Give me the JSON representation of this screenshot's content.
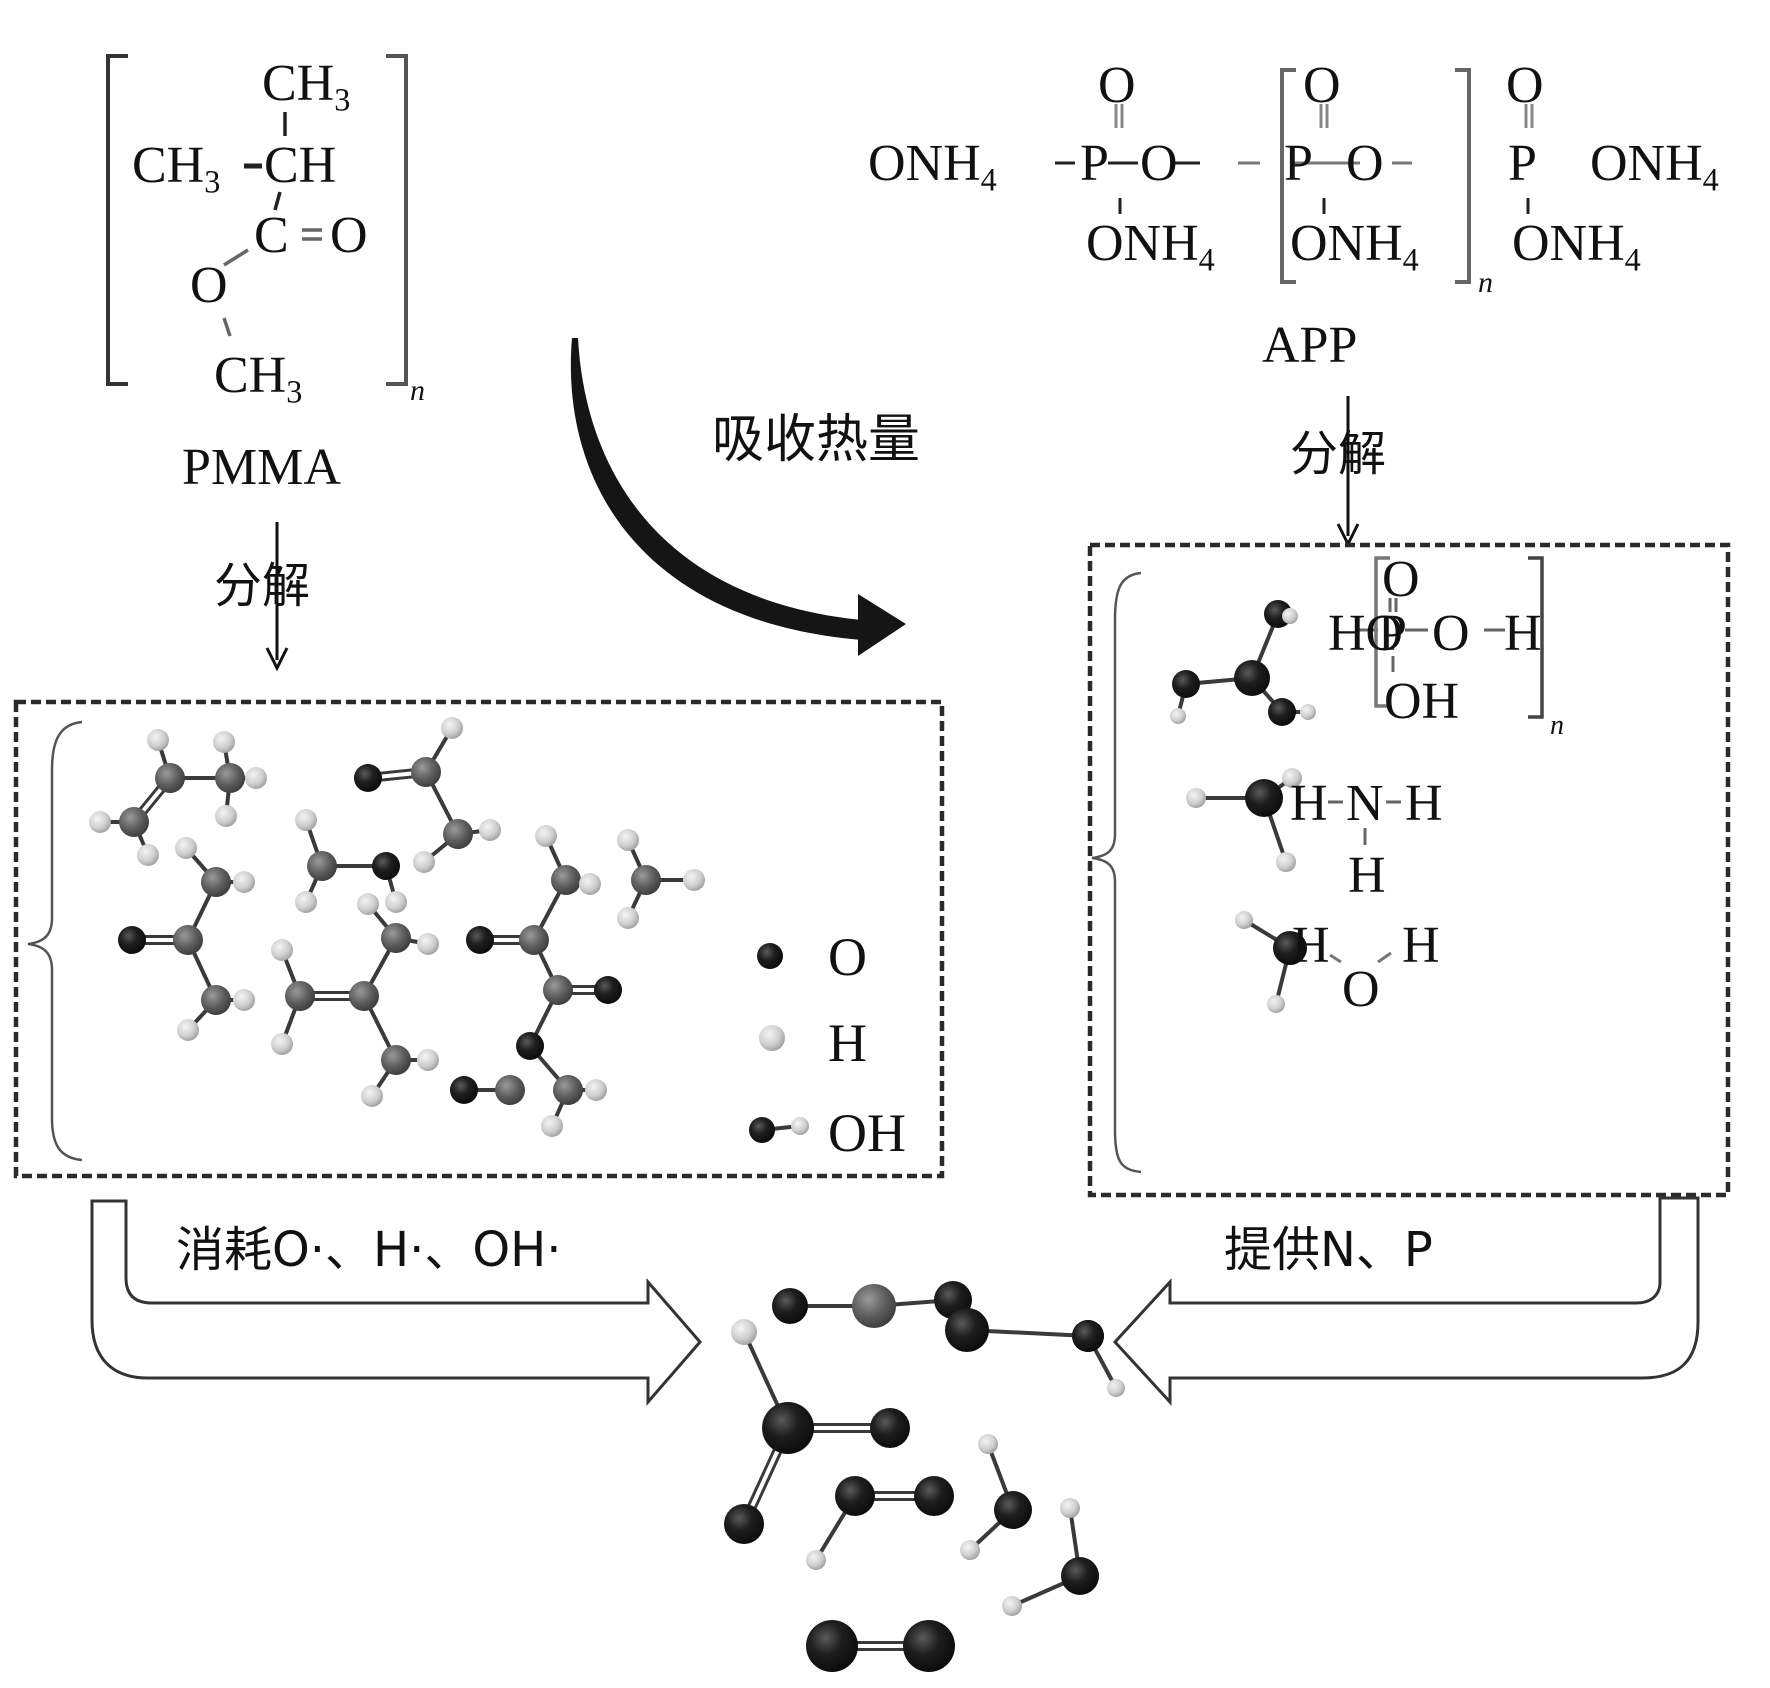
{
  "pmma": {
    "name": "PMMA",
    "formula": {
      "top_group": "CH",
      "top_sub": "3",
      "left_group": "CH",
      "left_sub": "3",
      "center_group": "CH",
      "carbonyl_c": "C",
      "carbonyl_o": "O",
      "ester_o": "O",
      "bottom_group": "CH",
      "bottom_sub": "3",
      "repeat_index": "n"
    },
    "process_label": "分解"
  },
  "heat_arrow": {
    "label": "吸收热量"
  },
  "app": {
    "name": "APP",
    "formula": {
      "left_end": "ONH",
      "left_end_sub": "4",
      "p": "P",
      "o": "O",
      "oxo": "O",
      "pendant": "ONH",
      "pendant_sub": "4",
      "right_end": "ONH",
      "right_end_sub": "4",
      "repeat_index": "n"
    },
    "process_label": "分解"
  },
  "pmma_products": {
    "legend": [
      {
        "symbol": "O",
        "atom": "oxygen",
        "color": "#1a1a1a"
      },
      {
        "symbol": "H",
        "atom": "hydrogen",
        "color": "#d9d9d9"
      },
      {
        "symbol": "OH",
        "atom": "hydroxyl",
        "color": "#1a1a1a"
      }
    ]
  },
  "app_products": {
    "polyphosphoric_acid": {
      "left": "HO",
      "p": "P",
      "oxo": "O",
      "o": "O",
      "h": "H",
      "pendant": "OH",
      "repeat_index": "n"
    },
    "ammonia": {
      "n": "N",
      "h": "H"
    },
    "water": {
      "o": "O",
      "h": "H"
    }
  },
  "bottom_arrows": {
    "left_label": "消耗O·、H·、OH·",
    "right_label": "提供N、P"
  },
  "colors": {
    "ink": "#111111",
    "oxygen_atom": "#1b1b1b",
    "carbon_atom": "#6b6b6b",
    "hydrogen_atom": "#d4d4d4",
    "dashed_border": "#2a2a2a"
  }
}
